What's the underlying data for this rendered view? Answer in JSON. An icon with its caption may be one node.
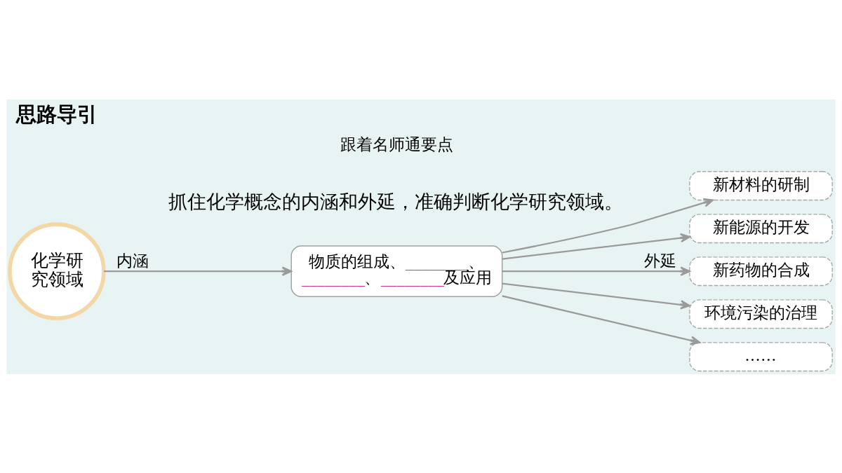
{
  "diagram": {
    "title": "思路导引",
    "nodes": [
      {
        "text": [
          "化学研究领域"
        ]
      },
      {
        "text": [
          "物质的组成、________、________、________及应用"
        ]
      },
      {
        "text": [
          "新材料的研制"
        ]
      },
      {
        "text": [
          "新能源的开发"
        ]
      },
      {
        "text": [
          "新药物的合成"
        ]
      },
      {
        "text": [
          "环境污染的治理"
        ]
      },
      {
        "text": [
          "……"
        ]
      }
    ],
    "edges": [
      {
        "from": 0,
        "to": 1,
        "arrow": "to",
        "label": "内涵"
      },
      {
        "from": 1,
        "to": 2,
        "arrow": "to"
      },
      {
        "from": 1,
        "to": 3,
        "arrow": "to"
      },
      {
        "from": 1,
        "to": 4,
        "arrow": "to",
        "label": "外延"
      },
      {
        "from": 1,
        "to": 5,
        "arrow": "to"
      },
      {
        "from": 1,
        "to": 6,
        "arrow": "to"
      }
    ],
    "labels": [
      "跟着名师通要点",
      "抓住化学概念的内涵和外延，准确判断化学研究领域。"
    ]
  }
}
